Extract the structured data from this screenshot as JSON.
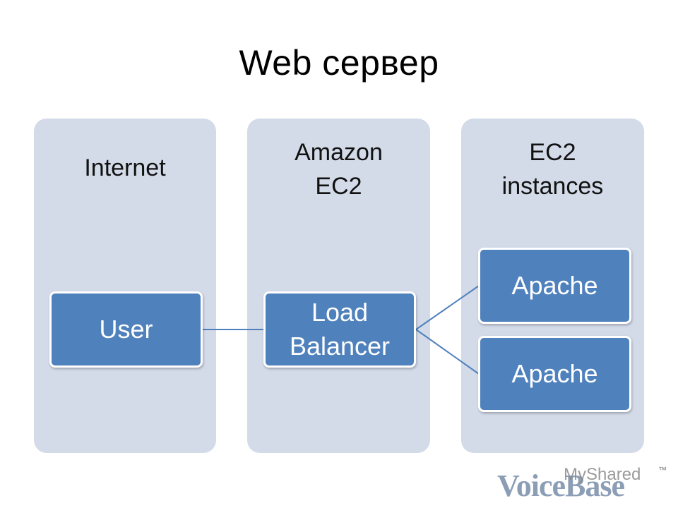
{
  "title": "Web сервер",
  "columns": [
    {
      "label": "Internet"
    },
    {
      "label": "Amazon\nEC2"
    },
    {
      "label": "EC2\ninstances"
    }
  ],
  "nodes": {
    "user": "User",
    "load_balancer": "Load\nBalancer",
    "apache_1": "Apache",
    "apache_2": "Apache"
  },
  "colors": {
    "node_fill": "#4f81bd",
    "column_fill": "#d3dae8",
    "connector": "#4f81bd"
  },
  "watermark": {
    "top": "MyShared",
    "main": "VoiceBase",
    "tm": "™"
  }
}
